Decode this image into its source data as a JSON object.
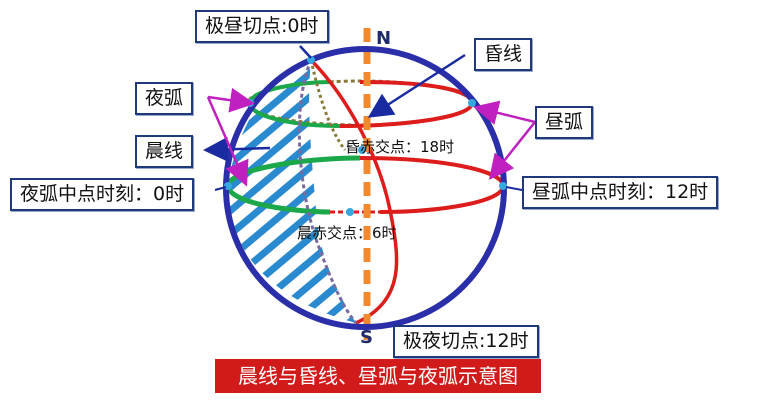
{
  "labels": {
    "polar_day_tangent": "极昼切点:0时",
    "dusk_line": "昏线",
    "night_arc": "夜弧",
    "dawn_line": "晨线",
    "day_arc": "昼弧",
    "night_arc_midpoint": "夜弧中点时刻：0时",
    "day_arc_midpoint": "昼弧中点时刻：12时",
    "polar_night_tangent": "极夜切点:12时",
    "dusk_equator_point": "昏赤交点：18时",
    "dawn_equator_point": "晨赤交点：6时",
    "north": "N",
    "south": "S"
  },
  "title": "晨线与昏线、昼弧与夜弧示意图",
  "colors": {
    "globe_outline": "#2a2ea8",
    "axis": "#f08a30",
    "day_arc": "#dd1c1c",
    "night_arc": "#1aa84a",
    "hatch": "#2a8ad0",
    "terminator": "#dd1c1c",
    "pointer_blue": "#1a2aa0",
    "pointer_magenta": "#c020c0",
    "title_bg": "#d11a1a"
  }
}
